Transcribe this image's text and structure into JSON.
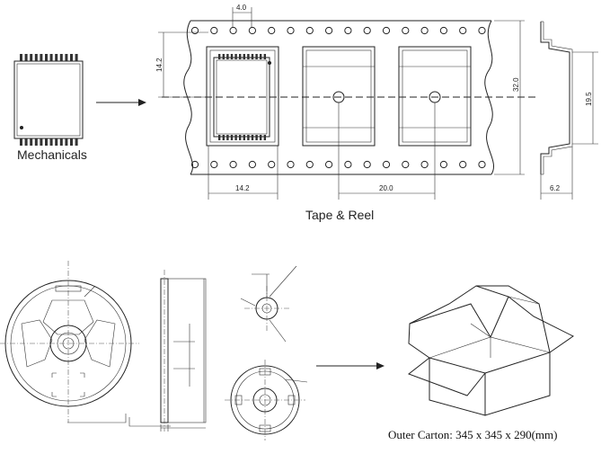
{
  "labels": {
    "mechanicals": "Mechanicals",
    "tape_reel": "Tape & Reel",
    "outer_carton": "Outer Carton: 345 x 345 x 290(mm)"
  },
  "dimensions": {
    "pitch": "4.0",
    "height_left": "14.2",
    "width_bottom": "14.2",
    "pocket_pitch": "20.0",
    "tape_width": "32.0",
    "reel_inner": "19.5",
    "tape_depth": "6.2"
  }
}
